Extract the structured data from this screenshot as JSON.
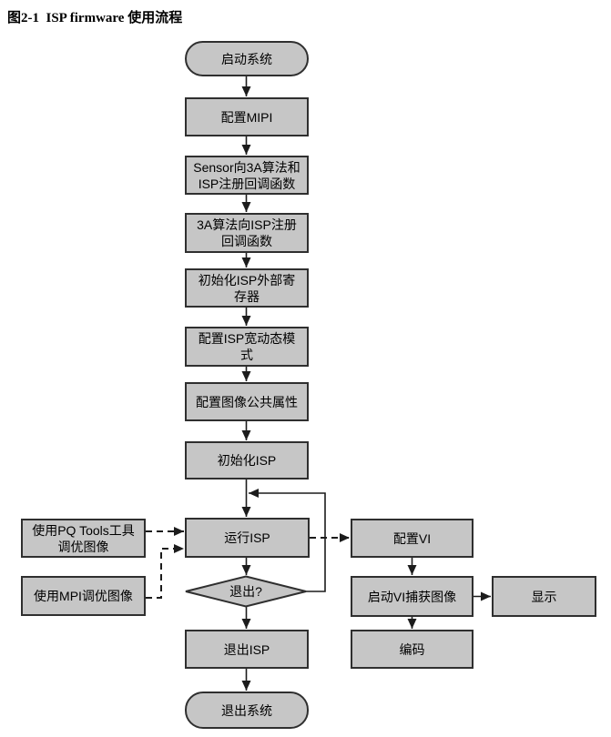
{
  "title": "图2-1  ISP firmware 使用流程",
  "colors": {
    "node_fill": "#c6c6c6",
    "node_border": "#2f2f2f",
    "connector": "#1c1c1c",
    "background": "#ffffff",
    "text": "#000000"
  },
  "nodes": {
    "start": {
      "label": "启动系统",
      "type": "terminator"
    },
    "config_mipi": {
      "label": "配置MIPI",
      "type": "process"
    },
    "sensor_register": {
      "label": "Sensor向3A算法和\nISP注册回调函数",
      "type": "process"
    },
    "algo_register": {
      "label": "3A算法向ISP注册\n回调函数",
      "type": "process"
    },
    "init_ext_reg": {
      "label": "初始化ISP外部寄\n存器",
      "type": "process"
    },
    "config_wdr": {
      "label": "配置ISP宽动态模\n式",
      "type": "process"
    },
    "config_pub_attr": {
      "label": "配置图像公共属性",
      "type": "process"
    },
    "init_isp": {
      "label": "初始化ISP",
      "type": "process"
    },
    "run_isp": {
      "label": "运行ISP",
      "type": "process"
    },
    "exit_decision": {
      "label": "退出?",
      "type": "decision"
    },
    "exit_isp": {
      "label": "退出ISP",
      "type": "process"
    },
    "exit_system": {
      "label": "退出系统",
      "type": "terminator"
    },
    "pq_tools": {
      "label": "使用PQ Tools工具\n调优图像",
      "type": "process"
    },
    "mpi_tune": {
      "label": "使用MPI调优图像",
      "type": "process"
    },
    "config_vi": {
      "label": "配置VI",
      "type": "process"
    },
    "start_vi": {
      "label": "启动VI捕获图像",
      "type": "process"
    },
    "display": {
      "label": "显示",
      "type": "process"
    },
    "encode": {
      "label": "编码",
      "type": "process"
    }
  },
  "edges": [
    {
      "from": "start",
      "to": "config_mipi",
      "style": "solid"
    },
    {
      "from": "config_mipi",
      "to": "sensor_register",
      "style": "solid"
    },
    {
      "from": "sensor_register",
      "to": "algo_register",
      "style": "solid"
    },
    {
      "from": "algo_register",
      "to": "init_ext_reg",
      "style": "solid"
    },
    {
      "from": "init_ext_reg",
      "to": "config_wdr",
      "style": "solid"
    },
    {
      "from": "config_wdr",
      "to": "config_pub_attr",
      "style": "solid"
    },
    {
      "from": "config_pub_attr",
      "to": "init_isp",
      "style": "solid"
    },
    {
      "from": "init_isp",
      "to": "run_isp",
      "style": "solid"
    },
    {
      "from": "run_isp",
      "to": "exit_decision",
      "style": "solid"
    },
    {
      "from": "exit_decision",
      "to": "run_isp",
      "style": "solid",
      "note": "loop-back"
    },
    {
      "from": "exit_decision",
      "to": "exit_isp",
      "style": "solid"
    },
    {
      "from": "exit_isp",
      "to": "exit_system",
      "style": "solid"
    },
    {
      "from": "pq_tools",
      "to": "run_isp",
      "style": "dashed"
    },
    {
      "from": "mpi_tune",
      "to": "run_isp",
      "style": "dashed"
    },
    {
      "from": "run_isp",
      "to": "config_vi",
      "style": "dashed"
    },
    {
      "from": "config_vi",
      "to": "start_vi",
      "style": "solid"
    },
    {
      "from": "start_vi",
      "to": "display",
      "style": "solid"
    },
    {
      "from": "start_vi",
      "to": "encode",
      "style": "solid"
    }
  ]
}
